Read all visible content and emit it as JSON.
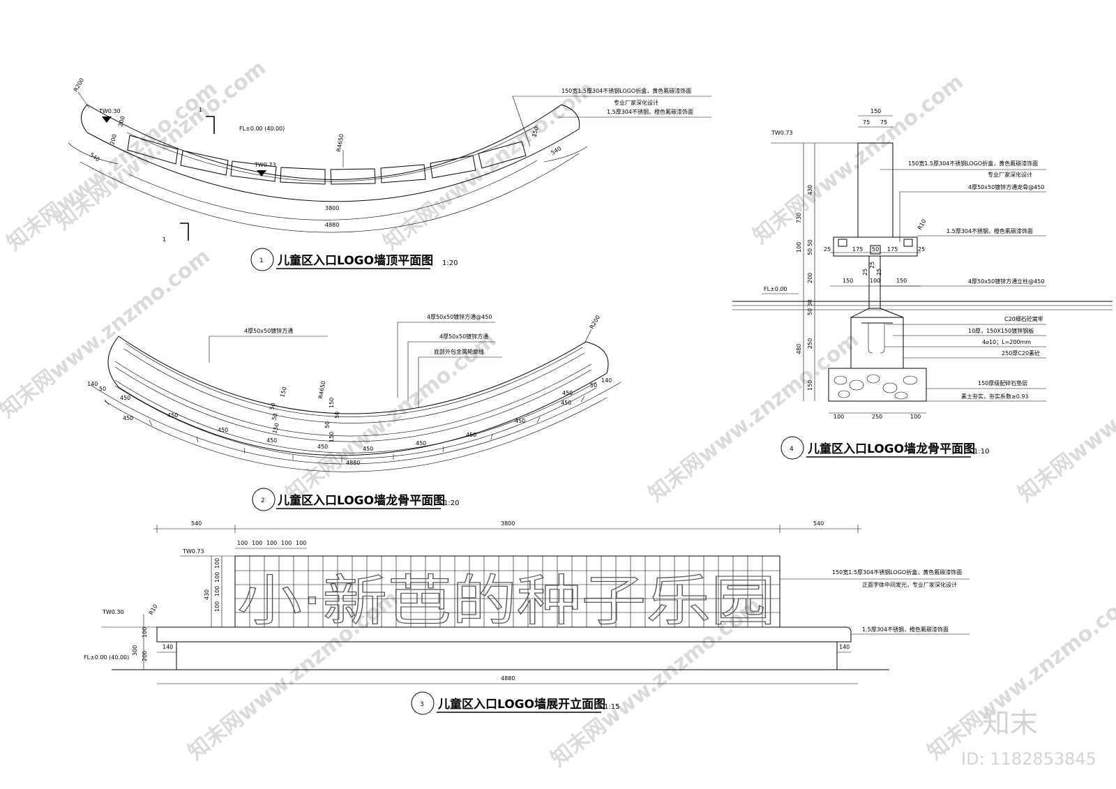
{
  "watermark": {
    "repeat_text": "知末网www.znzmo.com",
    "brand": "知末",
    "id_text": "ID: 1182853845"
  },
  "drawing1": {
    "circle_no": "1",
    "title": "儿童区入口LOGO墙顶平面图",
    "scale": "1:20",
    "r200": "R200",
    "tw030": "TW0.30",
    "tw073": "TW0.73",
    "fl": "FL±0.00 (40.00)",
    "r4650": "R4650",
    "dim_200a": "200",
    "dim_200b": "200",
    "dim_540l": "540",
    "dim_540r": "540",
    "dim_150": "150",
    "dim_3800": "3800",
    "dim_4880": "4880",
    "sec_1a": "1",
    "sec_1b": "1",
    "note1": "150宽1.5厚304不锈钢LOGO折盒，黄色氟碳漆饰面",
    "note2": "专业厂家深化设计",
    "note3": "1.5厚304不锈钢，橙色氟碳漆饰面"
  },
  "drawing2": {
    "circle_no": "2",
    "title": "儿童区入口LOGO墙龙骨平面图",
    "scale": "1:20",
    "note_a": "4厚50x50镀锌方通",
    "note_b": "4厚50x50镀锌方通@450",
    "note_c": "4厚50x50镀锌方通",
    "note_d": "底部外包金属轮廓线",
    "r200": "R200",
    "r4650": "R4650",
    "dim_140l": "140",
    "dim_50l": "50",
    "dim_140r": "140",
    "dim_50r": "50",
    "spacing": [
      "450",
      "450",
      "450",
      "450",
      "450",
      "450",
      "450",
      "450",
      "450",
      "450",
      "450",
      "450"
    ],
    "dim_4880": "4880",
    "dims_mid": [
      "150",
      "50",
      "50",
      "150",
      "150",
      "50",
      "50",
      "150"
    ]
  },
  "drawing3": {
    "circle_no": "3",
    "title": "儿童区入口LOGO墙展开立面图",
    "scale": "1:15",
    "dim_540l": "540",
    "dim_3800": "3800",
    "dim_540r": "540",
    "dim_100s": [
      "100",
      "100",
      "100",
      "100",
      "100"
    ],
    "tw073": "TW0.73",
    "tw030": "TW0.30",
    "r10": "R10",
    "fl": "FL±0.00 (40.00)",
    "v_dims": [
      "100",
      "100",
      "100",
      "100",
      "430"
    ],
    "v_dims2": [
      "100",
      "300",
      "200"
    ],
    "dim_140l": "140",
    "dim_140r": "140",
    "dim_4880": "4880",
    "logo_text": "小·新芭的种子乐园",
    "note1": "150宽1.5厚304不锈钢LOGO折盒，黄色氟碳漆饰面",
    "note2": "正面字体中间发光，专业厂家深化设计",
    "note3": "1.5厚304不锈钢，橙色氟碳漆饰面"
  },
  "drawing4": {
    "circle_no": "4",
    "title": "儿童区入口LOGO墙龙骨平面图",
    "scale": "1:10",
    "tw073": "TW0.73",
    "fl": "FL±0.00",
    "top_150": "150",
    "top_75a": "75",
    "top_75b": "75",
    "r10": "R10",
    "v_730": "730",
    "v_430": "430",
    "v_100": "100",
    "v_5050": "50 50",
    "v_200": "200",
    "v_5030": "50 30",
    "v_480": "480",
    "v_250": "250",
    "v_150": "150",
    "h_row1": [
      "25",
      "175",
      "50",
      "175",
      "25"
    ],
    "h_row2": [
      "25",
      "25",
      "25"
    ],
    "h_row3": [
      "150",
      "100",
      "150"
    ],
    "h_row4": [
      "100",
      "250",
      "100"
    ],
    "notes": [
      "150宽1.5厚304不锈钢LOGO折盒，黄色氟碳漆饰面",
      "专业厂家深化设计",
      "4厚50x50镀锌方通龙骨@450",
      "1.5厚304不锈钢，橙色氟碳漆饰面",
      "4厚50x50镀锌方通立柱@450",
      "C20细石砼窝牢",
      "10厚，150X150镀锌钢板",
      "4⌀10；L=200mm",
      "250厚C20素砼",
      "150厚级配碎石垫层",
      "素土夯实，夯实系数≥0.93"
    ]
  }
}
